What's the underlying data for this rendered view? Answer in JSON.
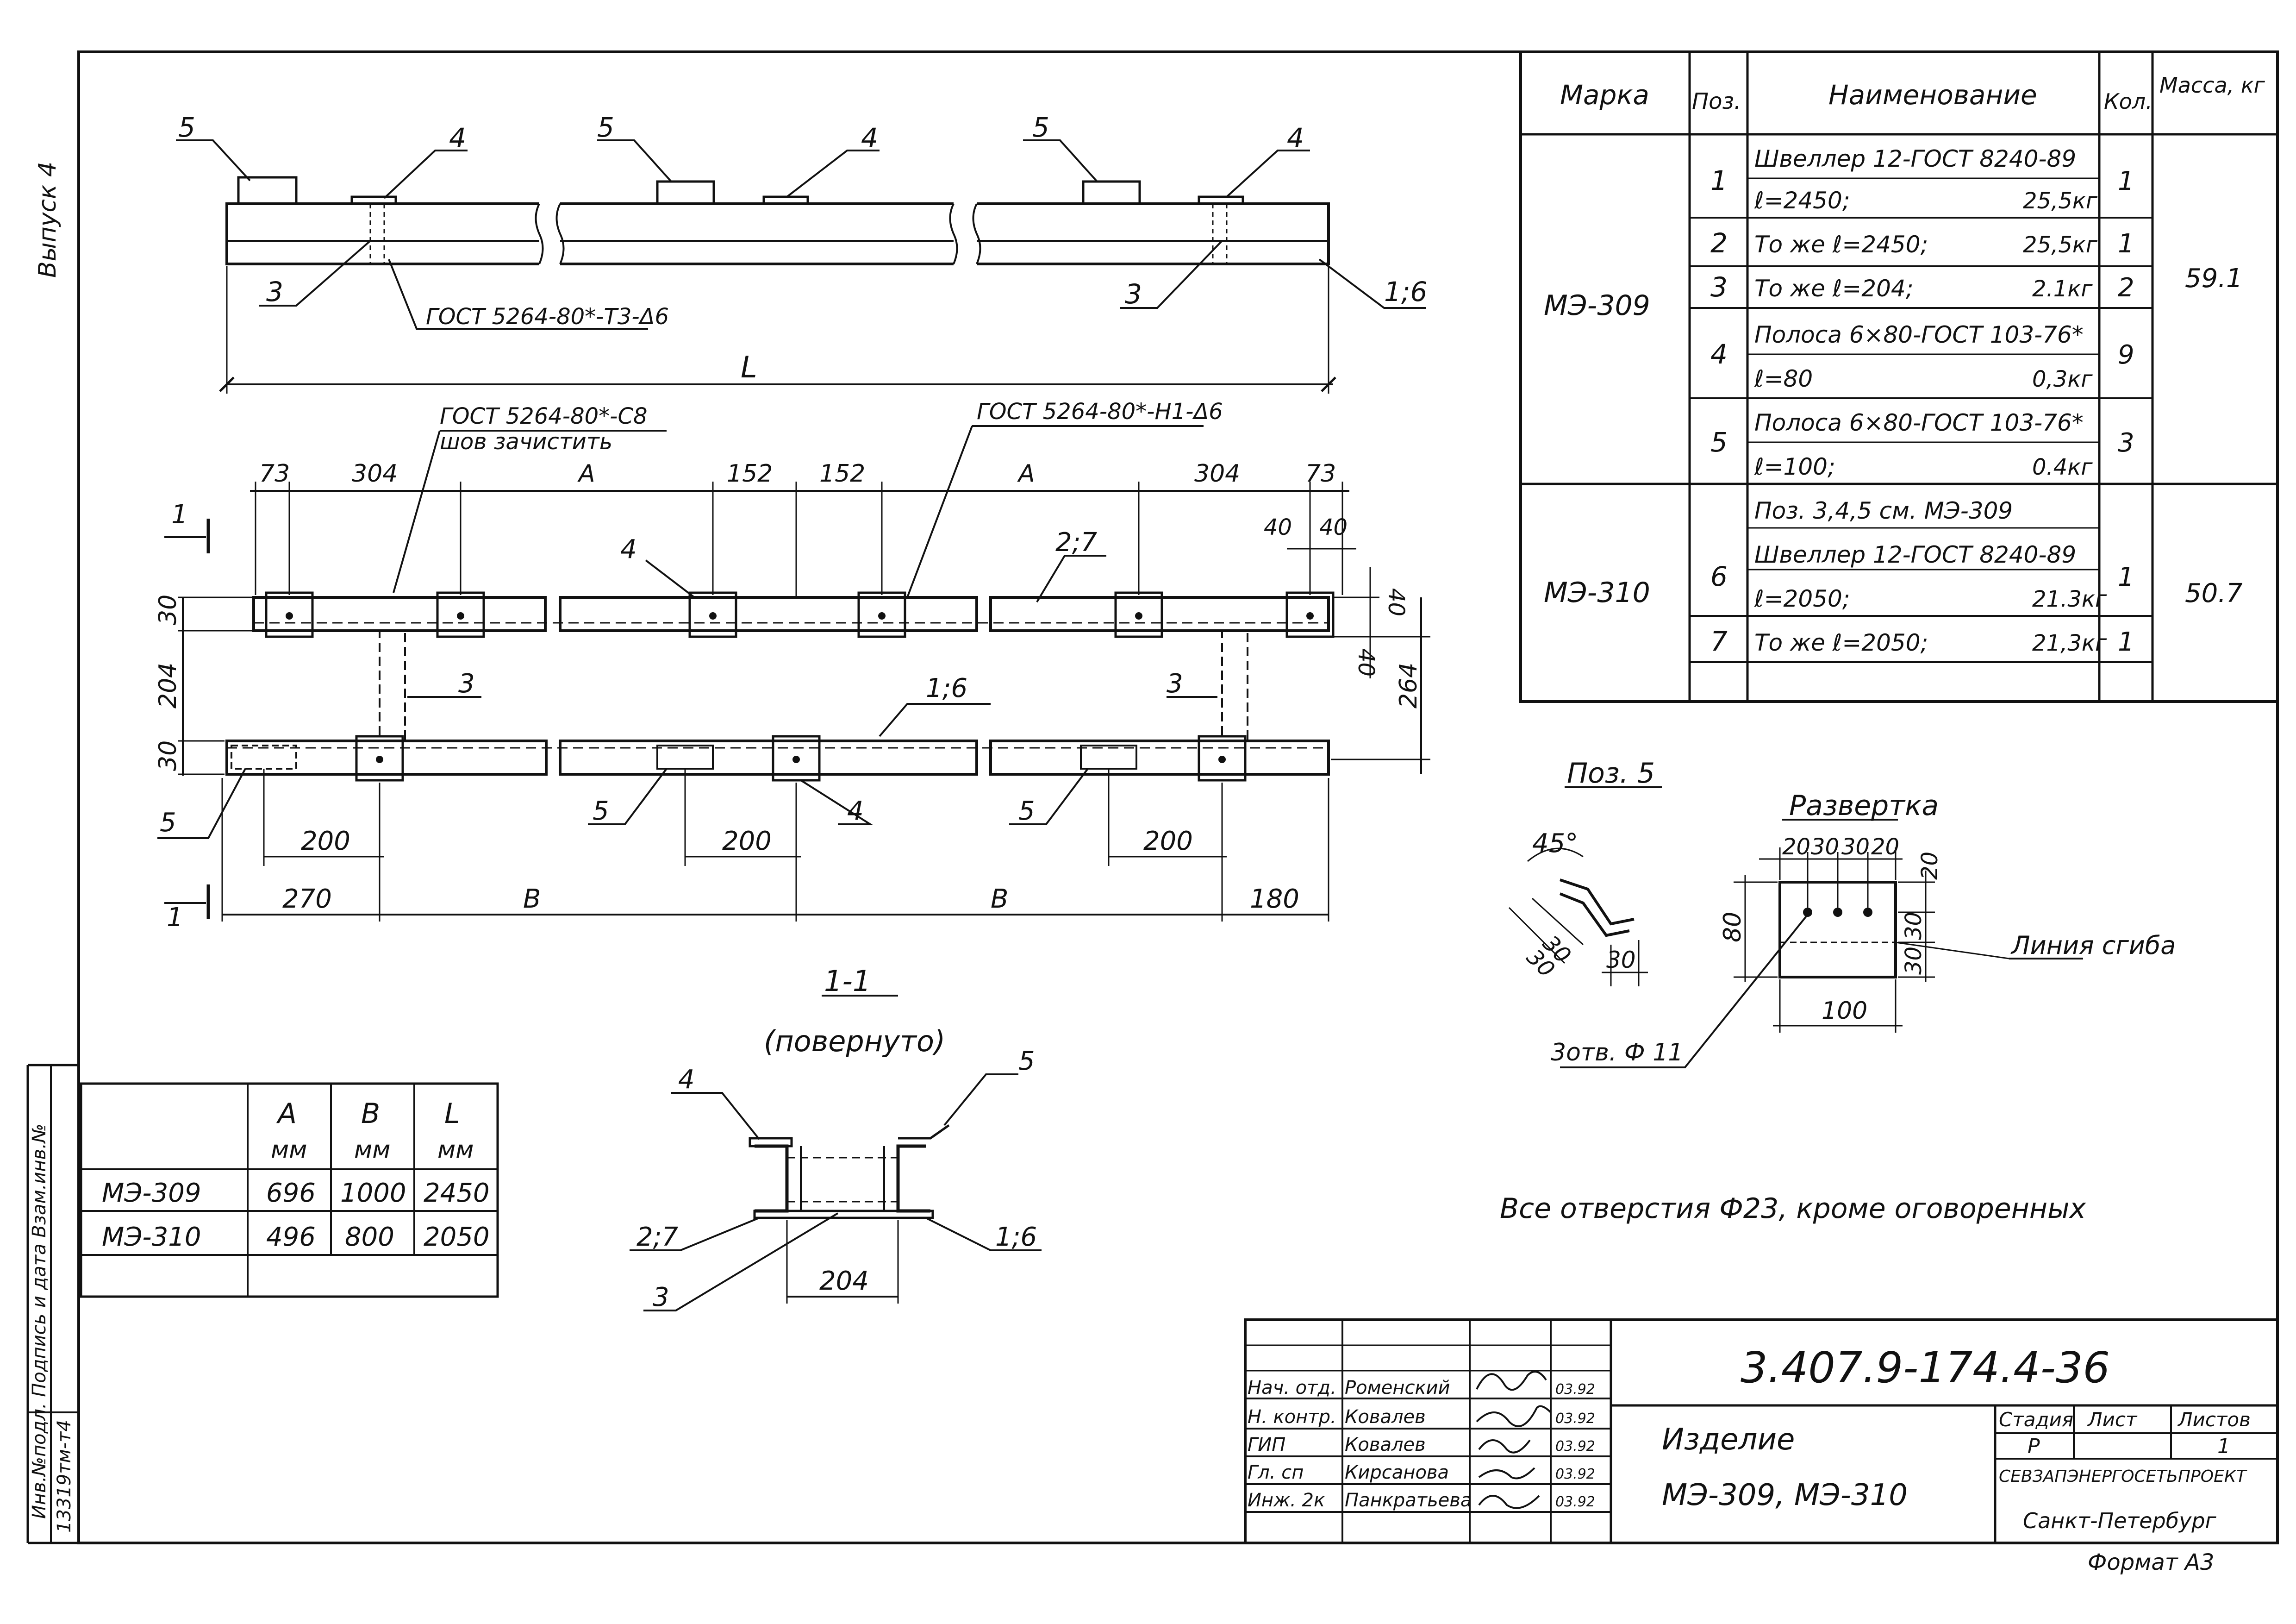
{
  "side_labels": {
    "issue": "Выпуск 4",
    "binding": "Инв.№подл. Подпись и дата Взам.инв.№",
    "archive_no": "13319тм-т4"
  },
  "spec": {
    "headers": {
      "mark": "Марка",
      "pos": "Поз.",
      "name": "Наименование",
      "qty": "Кол.",
      "mass": "Масса, кг"
    },
    "groups": [
      {
        "mark": "МЭ-309",
        "mass": "59.1",
        "rows": [
          {
            "pos": "1",
            "name1": "Швеллер 12-ГОСТ 8240-89",
            "name2": "ℓ=2450;",
            "kg": "25,5кг",
            "qty": "1"
          },
          {
            "pos": "2",
            "name1": "То же ℓ=2450;",
            "name2": "",
            "kg": "25,5кг",
            "qty": "1"
          },
          {
            "pos": "3",
            "name1": "То же ℓ=204;",
            "name2": "",
            "kg": "2.1кг",
            "qty": "2"
          },
          {
            "pos": "4",
            "name1": "Полоса 6×80-ГОСТ 103-76*",
            "name2": "ℓ=80",
            "kg": "0,3кг",
            "qty": "9"
          },
          {
            "pos": "5",
            "name1": "Полоса 6×80-ГОСТ 103-76*",
            "name2": "ℓ=100;",
            "kg": "0.4кг",
            "qty": "3"
          }
        ]
      },
      {
        "mark": "МЭ-310",
        "mass": "50.7",
        "note": "Поз. 3,4,5 см. МЭ-309",
        "rows": [
          {
            "pos": "6",
            "name1": "Швеллер 12-ГОСТ 8240-89",
            "name2": "ℓ=2050;",
            "kg": "21.3кг",
            "qty": "1"
          },
          {
            "pos": "7",
            "name1": "То же ℓ=2050;",
            "name2": "",
            "kg": "21,3кг",
            "qty": "1"
          }
        ]
      }
    ]
  },
  "dims_table": {
    "headers": [
      "A",
      "B",
      "L"
    ],
    "unit": "мм",
    "rows": [
      {
        "mark": "МЭ-309",
        "a": "696",
        "b": "1000",
        "l": "2450"
      },
      {
        "mark": "МЭ-310",
        "a": "496",
        "b": "800",
        "l": "2050"
      }
    ]
  },
  "top_view": {
    "weld_note": "ГОСТ 5264-80*-Т3-Δ6",
    "length_label": "L",
    "pos_labels": [
      "5",
      "4",
      "5",
      "4",
      "5",
      "4",
      "3",
      "3",
      "1;6"
    ]
  },
  "plan_view": {
    "weld_note_1": "ГОСТ 5264-80*-С8",
    "weld_note_1b": "шов зачистить",
    "weld_note_2": "ГОСТ 5264-80*-Н1-Δ6",
    "top_dims": [
      "73",
      "304",
      "A",
      "152",
      "152",
      "A",
      "304",
      "73"
    ],
    "small_dims": [
      "40",
      "40",
      "40",
      "40"
    ],
    "left_dims": [
      "30",
      "204",
      "30"
    ],
    "right_dim": "264",
    "bottom_dims": [
      "270",
      "B",
      "B",
      "180"
    ],
    "sub_dims": [
      "200",
      "200",
      "200"
    ],
    "pos_labels": [
      "4",
      "2;7",
      "3",
      "3",
      "1;6",
      "5",
      "5",
      "4",
      "5"
    ],
    "section_mark": "1"
  },
  "section": {
    "title": "1-1",
    "subtitle": "(повернуто)",
    "dim": "204",
    "labels": [
      "4",
      "5",
      "2;7",
      "1;6",
      "3"
    ]
  },
  "pos5": {
    "title": "Поз. 5",
    "angle": "45°",
    "dims": [
      "30",
      "30",
      "30"
    ],
    "unfold_title": "Развертка",
    "unfold_top": [
      "20",
      "30",
      "30",
      "20"
    ],
    "unfold_right": [
      "20",
      "30",
      "30"
    ],
    "unfold_left": "80",
    "unfold_bottom": "100",
    "bend_line": "Линия сгиба",
    "holes": "3отв. Ф 11"
  },
  "note": "Все отверстия Ф23, кроме оговоренных",
  "title_block": {
    "doc_code": "3.407.9-174.4-36",
    "item_label": "Изделие",
    "item_name": "МЭ-309, МЭ-310",
    "stage_h": "Стадия",
    "sheet_h": "Лист",
    "sheets_h": "Листов",
    "stage": "Р",
    "sheet": "",
    "sheets": "1",
    "org": "СЕВЗАПЭНЕРГОСЕТЬПРОЕКТ",
    "city": "Санкт-Петербург",
    "format": "Формат А3",
    "staff": [
      {
        "role": "Нач. отд.",
        "name": "Роменский",
        "date": "03.92"
      },
      {
        "role": "Н. контр.",
        "name": "Ковалев",
        "date": "03.92"
      },
      {
        "role": "ГИП",
        "name": "Ковалев",
        "date": "03.92"
      },
      {
        "role": "Гл. сп",
        "name": "Кирсанова",
        "date": "03.92"
      },
      {
        "role": "Инж. 2к",
        "name": "Панкратьева",
        "date": "03.92"
      }
    ]
  }
}
